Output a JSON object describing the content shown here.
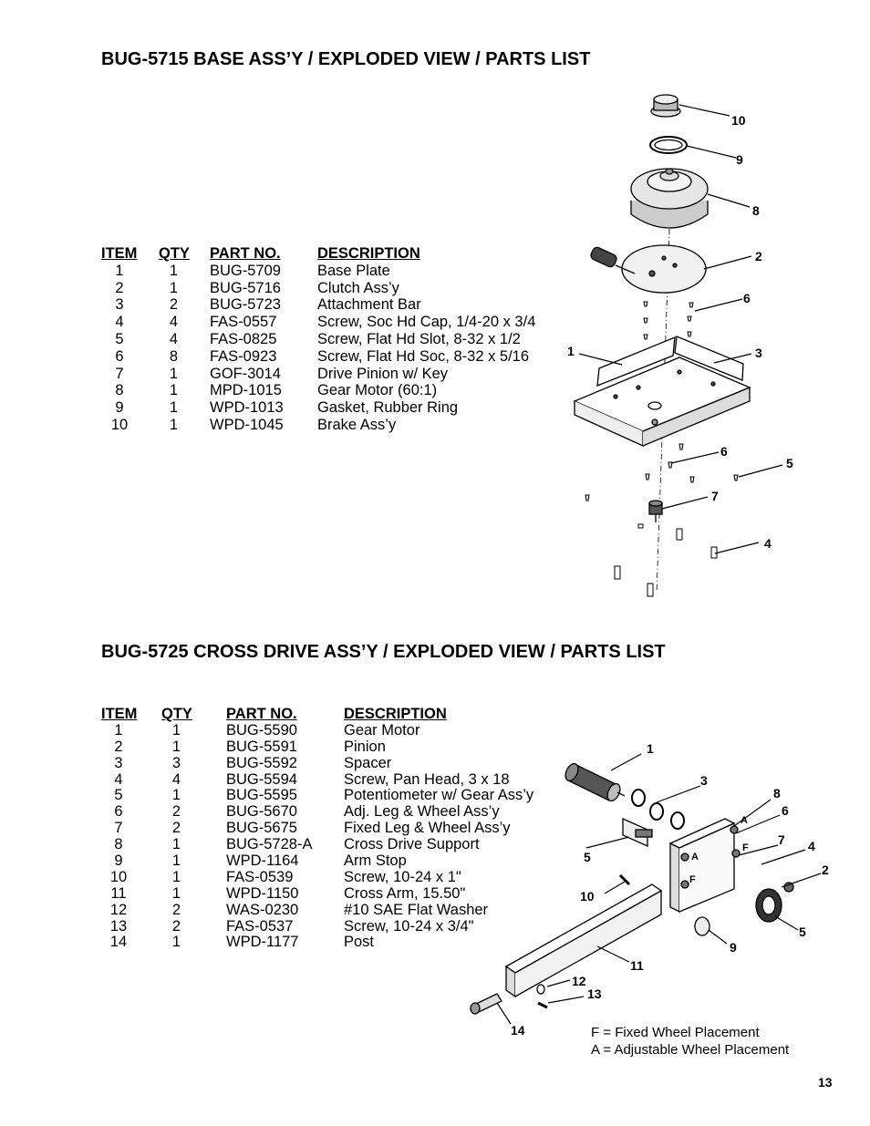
{
  "section1": {
    "title": "BUG-5715 BASE ASS’Y / EXPLODED VIEW / PARTS LIST",
    "headers": {
      "item": "ITEM",
      "qty": "QTY",
      "part": "PART NO.",
      "desc": "DESCRIPTION"
    },
    "rows": [
      {
        "item": "1",
        "qty": "1",
        "part": "BUG-5709",
        "desc": "Base Plate"
      },
      {
        "item": "2",
        "qty": "1",
        "part": "BUG-5716",
        "desc": "Clutch Ass’y"
      },
      {
        "item": "3",
        "qty": "2",
        "part": "BUG-5723",
        "desc": "Attachment Bar"
      },
      {
        "item": "4",
        "qty": "4",
        "part": "FAS-0557",
        "desc": "Screw, Soc Hd Cap, 1/4-20 x 3/4"
      },
      {
        "item": "5",
        "qty": "4",
        "part": "FAS-0825",
        "desc": "Screw, Flat Hd Slot, 8-32 x 1/2"
      },
      {
        "item": "6",
        "qty": "8",
        "part": "FAS-0923",
        "desc": "Screw, Flat Hd Soc, 8-32 x 5/16"
      },
      {
        "item": "7",
        "qty": "1",
        "part": "GOF-3014",
        "desc": "Drive Pinion w/ Key"
      },
      {
        "item": "8",
        "qty": "1",
        "part": "MPD-1015",
        "desc": "Gear Motor (60:1)"
      },
      {
        "item": "9",
        "qty": "1",
        "part": "WPD-1013",
        "desc": "Gasket, Rubber Ring"
      },
      {
        "item": "10",
        "qty": "1",
        "part": "WPD-1045",
        "desc": "Brake Ass’y"
      }
    ],
    "callouts": [
      "10",
      "9",
      "8",
      "2",
      "6",
      "1",
      "3",
      "6",
      "5",
      "7",
      "4"
    ]
  },
  "section2": {
    "title": "BUG-5725 CROSS DRIVE ASS’Y / EXPLODED VIEW / PARTS LIST",
    "headers": {
      "item": "ITEM",
      "qty": "QTY",
      "part": "PART NO.",
      "desc": "DESCRIPTION"
    },
    "rows": [
      {
        "item": "1",
        "qty": "1",
        "part": "BUG-5590",
        "desc": "Gear Motor"
      },
      {
        "item": "2",
        "qty": "1",
        "part": "BUG-5591",
        "desc": "Pinion"
      },
      {
        "item": "3",
        "qty": "3",
        "part": "BUG-5592",
        "desc": "Spacer"
      },
      {
        "item": "4",
        "qty": "4",
        "part": "BUG-5594",
        "desc": "Screw, Pan Head, 3 x 18"
      },
      {
        "item": "5",
        "qty": "1",
        "part": "BUG-5595",
        "desc": "Potentiometer w/ Gear Ass’y"
      },
      {
        "item": "6",
        "qty": "2",
        "part": "BUG-5670",
        "desc": "Adj. Leg & Wheel Ass’y"
      },
      {
        "item": "7",
        "qty": "2",
        "part": "BUG-5675",
        "desc": "Fixed Leg & Wheel Ass’y"
      },
      {
        "item": "8",
        "qty": "1",
        "part": "BUG-5728-A",
        "desc": "Cross Drive Support"
      },
      {
        "item": "9",
        "qty": "1",
        "part": "WPD-1164",
        "desc": "Arm Stop"
      },
      {
        "item": "10",
        "qty": "1",
        "part": "FAS-0539",
        "desc": "Screw, 10-24 x 1\""
      },
      {
        "item": "11",
        "qty": "1",
        "part": "WPD-1150",
        "desc": "Cross Arm, 15.50\""
      },
      {
        "item": "12",
        "qty": "2",
        "part": "WAS-0230",
        "desc": "#10 SAE Flat Washer"
      },
      {
        "item": "13",
        "qty": "2",
        "part": "FAS-0537",
        "desc": "Screw, 10-24 x 3/4\""
      },
      {
        "item": "14",
        "qty": "1",
        "part": "WPD-1177",
        "desc": "Post"
      }
    ],
    "callouts": [
      "1",
      "3",
      "8",
      "6",
      "7",
      "4",
      "2",
      "5",
      "10",
      "9",
      "5",
      "11",
      "12",
      "13",
      "14"
    ],
    "letters": [
      "A",
      "F",
      "A",
      "F"
    ],
    "legend": [
      "F = Fixed Wheel Placement",
      "A = Adjustable Wheel Placement"
    ]
  },
  "page_number": "13"
}
